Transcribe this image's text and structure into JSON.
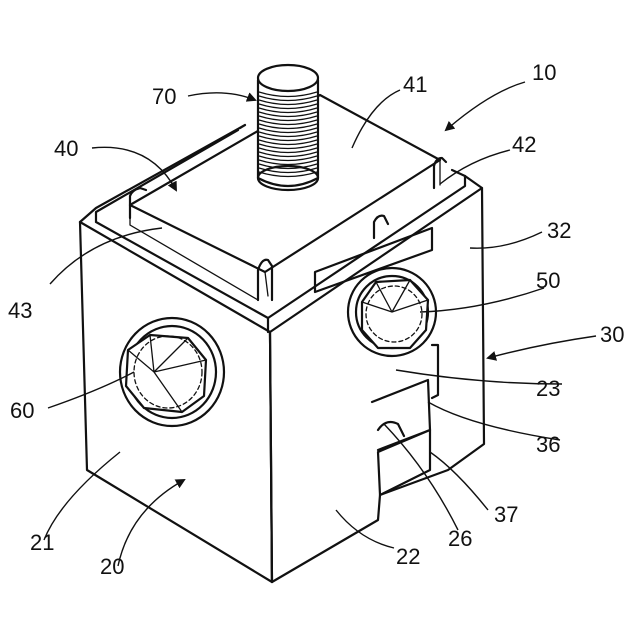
{
  "labels": {
    "l10": "10",
    "l20": "20",
    "l21": "21",
    "l22": "22",
    "l23": "23",
    "l26": "26",
    "l30": "30",
    "l32": "32",
    "l36": "36",
    "l37": "37",
    "l40": "40",
    "l41": "41",
    "l42": "42",
    "l43": "43",
    "l50": "50",
    "l60": "60",
    "l70": "70"
  }
}
